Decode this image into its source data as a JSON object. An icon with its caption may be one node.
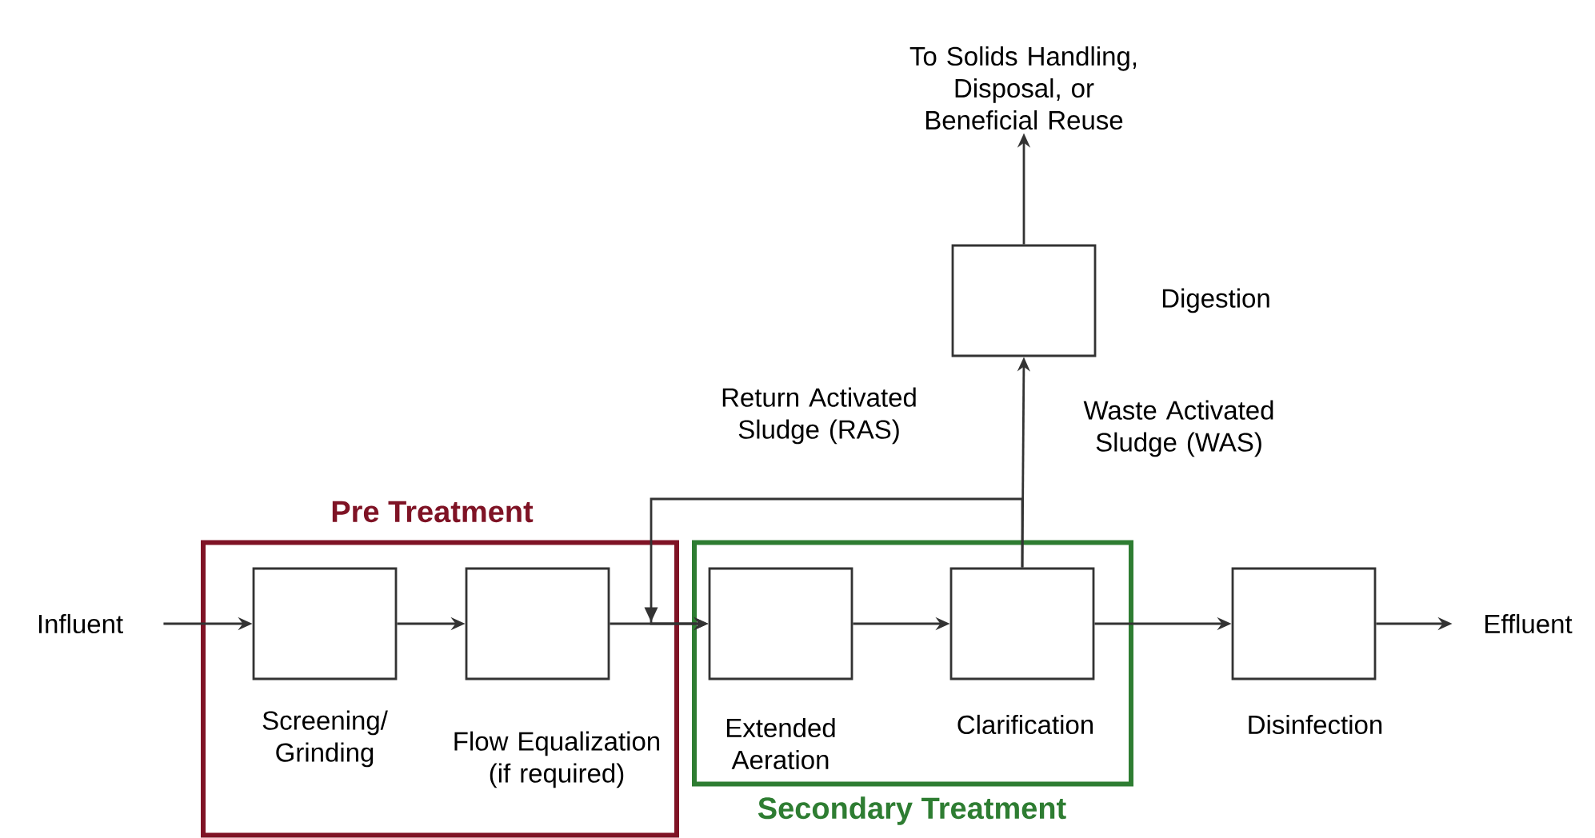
{
  "diagram": {
    "nodes": [
      {
        "text": [
          "Pre Treatment"
        ]
      },
      {
        "text": [
          "Secondary Treatment"
        ]
      },
      {
        "text": [
          "Influent"
        ]
      },
      {
        "text": [
          "Screening/ Grinding"
        ],
        "in": 0
      },
      {
        "text": [
          "Flow Equalization (if required)"
        ],
        "in": 0
      },
      {
        "text": [
          "Extended Aeration"
        ],
        "in": 1
      },
      {
        "text": [
          "Clarification"
        ],
        "in": 1
      },
      {
        "text": [
          "Disinfection"
        ]
      },
      {
        "text": [
          "Effluent"
        ]
      },
      {
        "text": [
          "Digestion"
        ]
      },
      {
        "text": [
          "To Solids Handling, Disposal, or Beneficial Reuse"
        ]
      }
    ],
    "edges": [
      {
        "from": 2,
        "to": 3,
        "arrow": "to"
      },
      {
        "from": 3,
        "to": 4,
        "arrow": "to"
      },
      {
        "from": 4,
        "to": 5,
        "arrow": "to"
      },
      {
        "from": 5,
        "to": 6,
        "arrow": "to"
      },
      {
        "from": 6,
        "to": 7,
        "arrow": "to"
      },
      {
        "from": 7,
        "to": 8,
        "arrow": "to"
      },
      {
        "from": 6,
        "to": 5,
        "arrow": "to",
        "label": "Return Activated Sludge (RAS)"
      },
      {
        "from": 6,
        "to": 9,
        "arrow": "to",
        "label": "Waste Activated Sludge (WAS)"
      },
      {
        "from": 9,
        "to": 10,
        "arrow": "to"
      }
    ]
  }
}
